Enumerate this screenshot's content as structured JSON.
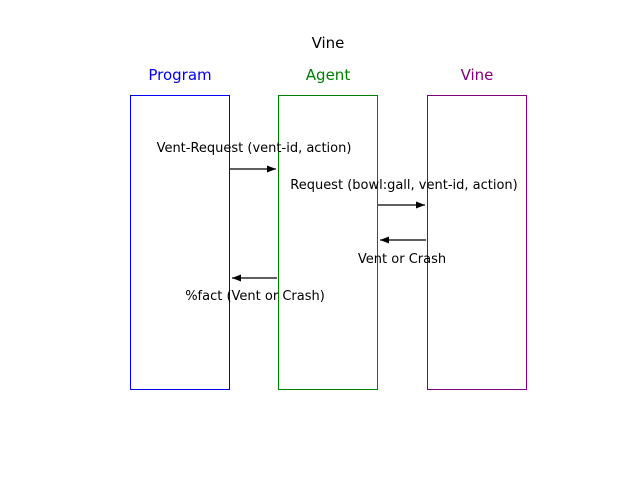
{
  "title": "Vine",
  "colors": {
    "program": "#0000ee",
    "agent": "#008000",
    "vine": "#800080",
    "arrow": "#000000",
    "label_text": "#000000",
    "background": "#ffffff"
  },
  "lifelines": [
    {
      "id": "program",
      "label": "Program",
      "color": "#0000ee"
    },
    {
      "id": "agent",
      "label": "Agent",
      "color": "#008000"
    },
    {
      "id": "vine",
      "label": "Vine",
      "color": "#800080"
    }
  ],
  "messages": [
    {
      "label": "Vent-Request (vent-id, action)",
      "from": "Program",
      "to": "Agent",
      "direction": "right",
      "label_position": "above"
    },
    {
      "label": "Request (bowl:gall, vent-id, action)",
      "from": "Agent",
      "to": "Vine",
      "direction": "right",
      "label_position": "above"
    },
    {
      "label": "Vent or Crash",
      "from": "Vine",
      "to": "Agent",
      "direction": "left",
      "label_position": "below"
    },
    {
      "label": "%fact (Vent or Crash)",
      "from": "Agent",
      "to": "Program",
      "direction": "left",
      "label_position": "below"
    }
  ]
}
